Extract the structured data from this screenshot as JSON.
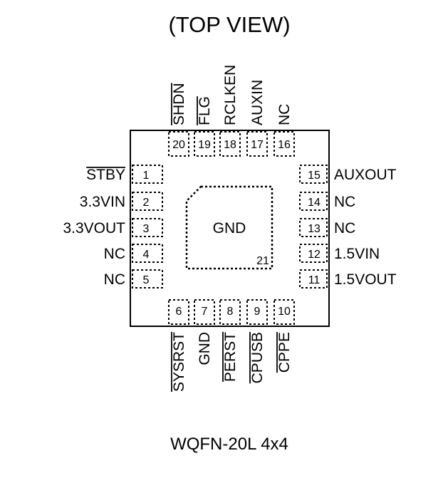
{
  "title": "(TOP VIEW)",
  "package": "WQFN-20L  4x4",
  "center_pad": {
    "label": "GND",
    "number": "21"
  },
  "pins": {
    "left": [
      {
        "num": "1",
        "name": "STBY",
        "overbar": true
      },
      {
        "num": "2",
        "name": "3.3VIN",
        "overbar": false
      },
      {
        "num": "3",
        "name": "3.3VOUT",
        "overbar": false
      },
      {
        "num": "4",
        "name": "NC",
        "overbar": false
      },
      {
        "num": "5",
        "name": "NC",
        "overbar": false
      }
    ],
    "bottom": [
      {
        "num": "6",
        "name": "SYSRST",
        "overbar": true
      },
      {
        "num": "7",
        "name": "GND",
        "overbar": false
      },
      {
        "num": "8",
        "name": "PERST",
        "overbar": true
      },
      {
        "num": "9",
        "name": "CPUSB",
        "overbar": true
      },
      {
        "num": "10",
        "name": "CPPE",
        "overbar": true
      }
    ],
    "right": [
      {
        "num": "11",
        "name": "1.5VOUT",
        "overbar": false
      },
      {
        "num": "12",
        "name": "1.5VIN",
        "overbar": false
      },
      {
        "num": "13",
        "name": "NC",
        "overbar": false
      },
      {
        "num": "14",
        "name": "NC",
        "overbar": false
      },
      {
        "num": "15",
        "name": "AUXOUT",
        "overbar": false
      }
    ],
    "top": [
      {
        "num": "16",
        "name": "NC",
        "overbar": false
      },
      {
        "num": "17",
        "name": "AUXIN",
        "overbar": false
      },
      {
        "num": "18",
        "name": "RCLKEN",
        "overbar": false
      },
      {
        "num": "19",
        "name": "FLG",
        "overbar": true
      },
      {
        "num": "20",
        "name": "SHDN",
        "overbar": true
      }
    ]
  }
}
